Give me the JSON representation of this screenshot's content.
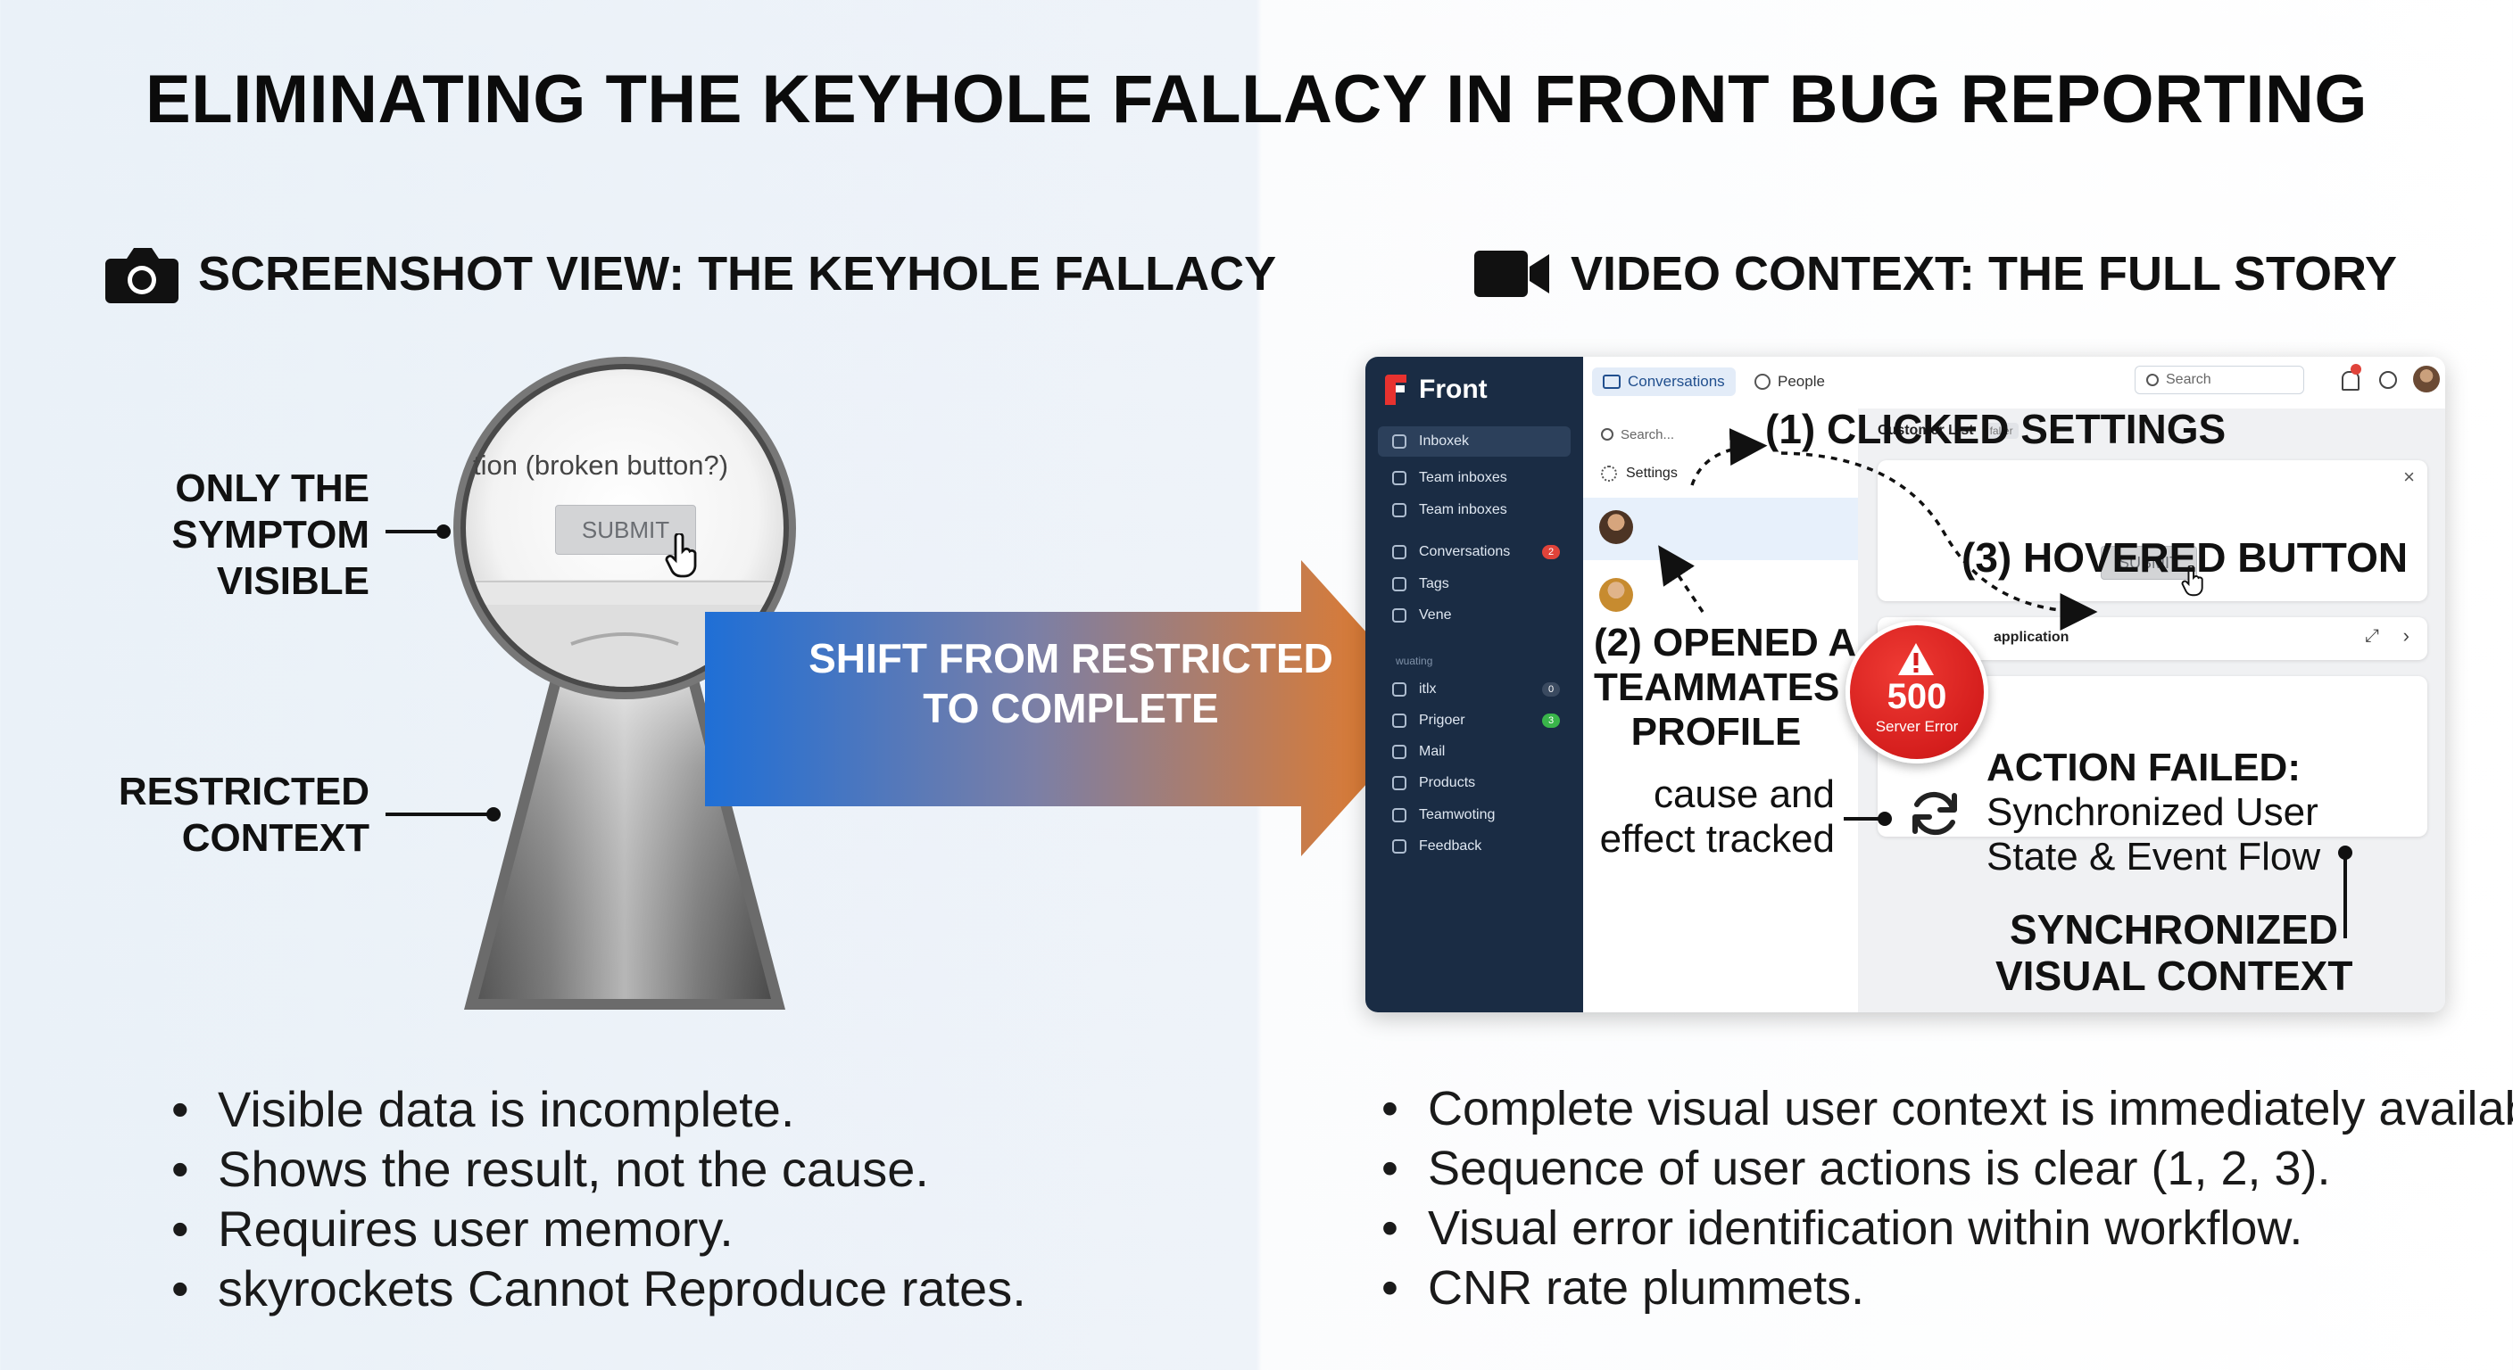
{
  "title": "ELIMINATING THE KEYHOLE FALLACY IN FRONT BUG REPORTING",
  "left": {
    "heading": "SCREENSHOT VIEW: THE KEYHOLE FALLACY",
    "heading_icon": "camera-icon",
    "keyhole_text": "tion (broken button?)",
    "keyhole_button": "SUBMIT",
    "label_symptom_lines": [
      "ONLY THE",
      "SYMPTOM",
      "VISIBLE"
    ],
    "label_context_lines": [
      "RESTRICTED",
      "CONTEXT"
    ],
    "bullets": [
      "Visible data is incomplete.",
      "Shows the result, not the cause.",
      "Requires user memory.",
      "skyrockets Cannot Reproduce rates."
    ]
  },
  "arrow": {
    "lines": [
      "SHIFT FROM RESTRICTED",
      "TO COMPLETE"
    ],
    "colors": {
      "start": "#1f6fd6",
      "end": "#ee7a1d"
    }
  },
  "right": {
    "heading": "VIDEO CONTEXT: THE FULL STORY",
    "heading_icon": "video-camera-icon",
    "bullets": [
      "Complete visual user context is immediately available.",
      "Sequence of user actions is clear (1, 2, 3).",
      "Visual error identification within workflow.",
      "CNR rate plummets."
    ]
  },
  "app": {
    "brand": "Front",
    "brand_color": "#e8322f",
    "sidebar": {
      "items": [
        {
          "label": "Inboxek",
          "icon": "inbox-icon",
          "active": true
        },
        {
          "label": "Team inboxes",
          "icon": "team-icon"
        },
        {
          "label": "Team inboxes",
          "icon": "team-icon"
        },
        {
          "label": "Conversations",
          "icon": "chat-icon",
          "badge": "2",
          "badge_color": "#e0433a"
        },
        {
          "label": "Tags",
          "icon": "tag-icon"
        },
        {
          "label": "Vene",
          "icon": "person-icon"
        },
        {
          "label": "itlx",
          "icon": "person-icon",
          "badge": "0",
          "badge_color": "#3a4a60"
        },
        {
          "label": "Prigoer",
          "icon": "status-icon",
          "badge": "3",
          "badge_color": "#39b54a"
        },
        {
          "label": "Mail",
          "icon": "mail-icon"
        },
        {
          "label": "Products",
          "icon": "gear-icon"
        },
        {
          "label": "Teamwoting",
          "icon": "doc-icon"
        },
        {
          "label": "Feedback",
          "icon": "gear-icon"
        }
      ],
      "section_label": "wuating"
    },
    "tabs": [
      {
        "label": "Conversations",
        "icon": "chat-icon",
        "active": true
      },
      {
        "label": "People",
        "icon": "people-icon",
        "active": false
      }
    ],
    "top_search_placeholder": "Search",
    "list_search_placeholder": "Search...",
    "list_settings": "Settings",
    "customer_list_label": "Customer List",
    "customer_list_tag": "falier",
    "hover_button": "SUBMIT",
    "application_label": "application",
    "error_code": "500",
    "error_text": "Server Error",
    "action_failed_lines": [
      "ACTION FAILED:",
      "Synchronized User",
      "State & Event Flow"
    ]
  },
  "annotations": {
    "step1": "(1) CLICKED SETTINGS",
    "step2_lines": [
      "(2) OPENED A",
      "TEAMMATES",
      "PROFILE"
    ],
    "step3": "(3) HOVERED BUTTON",
    "cause_lines": [
      "cause and",
      "effect tracked"
    ],
    "sync_lines": [
      "SYNCHRONIZED",
      "VISUAL CONTEXT"
    ]
  }
}
